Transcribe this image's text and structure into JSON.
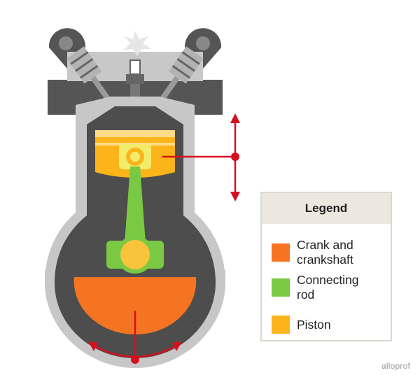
{
  "legend": {
    "title": "Legend",
    "items": [
      {
        "label_line1": "Crank and",
        "label_line2": "crankshaft",
        "color": "#f47421"
      },
      {
        "label_line1": "Connecting",
        "label_line2": "rod",
        "color": "#7ac943"
      },
      {
        "label_line1": "Piston",
        "label_line2": "",
        "color": "#fbb51b"
      }
    ]
  },
  "brand": "alloprof",
  "colors": {
    "engine_block": "#4d4d4d",
    "cylinder_wall": "#c7c7c7",
    "arrows": "#d50f1f",
    "piston_top": "#fddb8a",
    "wrist_pin": "#f3ec6a",
    "rod_bearing": "#f9c33c"
  }
}
